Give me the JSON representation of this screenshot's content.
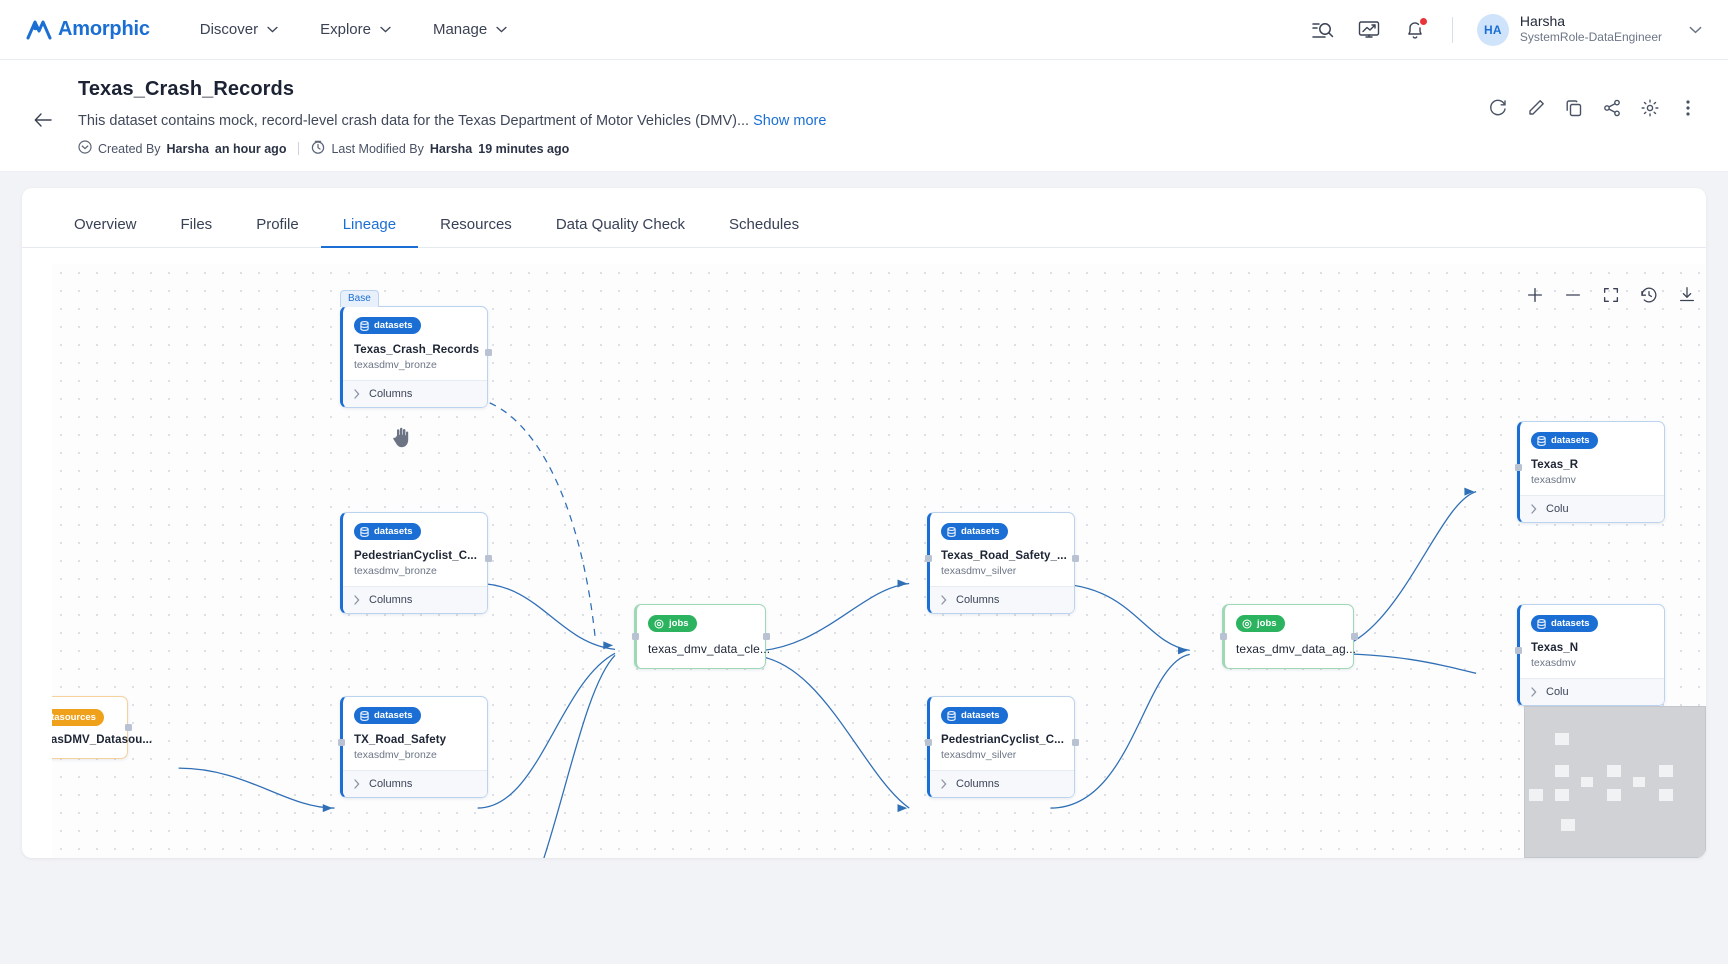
{
  "topnav": {
    "brand": "Amorphic",
    "items": [
      {
        "label": "Discover",
        "icon": "chevron-down-icon"
      },
      {
        "label": "Explore",
        "icon": "chevron-down-icon"
      },
      {
        "label": "Manage",
        "icon": "chevron-down-icon"
      }
    ],
    "icons": [
      "search-list-icon",
      "analytics-monitor-icon",
      "notification-bell-icon"
    ],
    "notification_dot_color": "#e8343a",
    "avatar_initials": "HA",
    "user_name": "Harsha",
    "user_role": "SystemRole-DataEngineer",
    "accent": "#1b6fd4"
  },
  "header": {
    "back_icon": "back-arrow-icon",
    "title": "Texas_Crash_Records",
    "description": "This dataset contains mock, record-level crash data for the Texas Department of Motor Vehicles (DMV)...",
    "show_more": "Show more",
    "created_label": "Created By",
    "created_by": "Harsha",
    "created_time": "an hour ago",
    "modified_label": "Last Modified By",
    "modified_by": "Harsha",
    "modified_time": "19 minutes ago",
    "actions": [
      "refresh-icon",
      "edit-icon",
      "copy-icon",
      "share-icon",
      "settings-gear-icon",
      "more-options-icon"
    ]
  },
  "tabs": [
    {
      "label": "Overview",
      "active": false
    },
    {
      "label": "Files",
      "active": false
    },
    {
      "label": "Profile",
      "active": false
    },
    {
      "label": "Lineage",
      "active": true
    },
    {
      "label": "Resources",
      "active": false
    },
    {
      "label": "Data Quality Check",
      "active": false
    },
    {
      "label": "Schedules",
      "active": false
    }
  ],
  "canvas": {
    "toolbar": [
      "zoom-in-icon",
      "zoom-out-icon",
      "fit-view-icon",
      "history-icon",
      "download-icon"
    ],
    "columns_label": "Columns",
    "nodes": [
      {
        "id": "n1",
        "tag": "Base",
        "kind": "datasets",
        "badge": "datasets",
        "title": "Texas_Crash_Records",
        "sub": "texasdmv_bronze",
        "has_columns": true
      },
      {
        "id": "n2",
        "kind": "datasets",
        "badge": "datasets",
        "title": "PedestrianCyclist_C...",
        "sub": "texasdmv_bronze",
        "has_columns": true
      },
      {
        "id": "n3",
        "kind": "datasources",
        "badge": "datasources",
        "title": "texasDMV_Datasou...",
        "sub": "",
        "has_columns": false
      },
      {
        "id": "n4",
        "kind": "datasets",
        "badge": "datasets",
        "title": "TX_Road_Safety",
        "sub": "texasdmv_bronze",
        "has_columns": true
      },
      {
        "id": "n5",
        "kind": "jobs",
        "badge": "jobs",
        "title": "texas_dmv_data_cle...",
        "sub": "",
        "has_columns": false
      },
      {
        "id": "n6",
        "kind": "datasets",
        "badge": "datasets",
        "title": "Texas_Road_Safety_...",
        "sub": "texasdmv_silver",
        "has_columns": true
      },
      {
        "id": "n7",
        "kind": "datasets",
        "badge": "datasets",
        "title": "PedestrianCyclist_C...",
        "sub": "texasdmv_silver",
        "has_columns": true
      },
      {
        "id": "n8",
        "kind": "jobs",
        "badge": "jobs",
        "title": "texas_dmv_data_ag...",
        "sub": "",
        "has_columns": false
      },
      {
        "id": "n9",
        "kind": "datasets",
        "badge": "datasets",
        "title": "Texas_R",
        "sub": "texasdmv",
        "has_columns": true,
        "columns_label": "Colu"
      },
      {
        "id": "n10",
        "kind": "datasets",
        "badge": "datasets",
        "title": "Texas_N",
        "sub": "texasdmv",
        "has_columns": true,
        "columns_label": "Colu"
      }
    ]
  }
}
